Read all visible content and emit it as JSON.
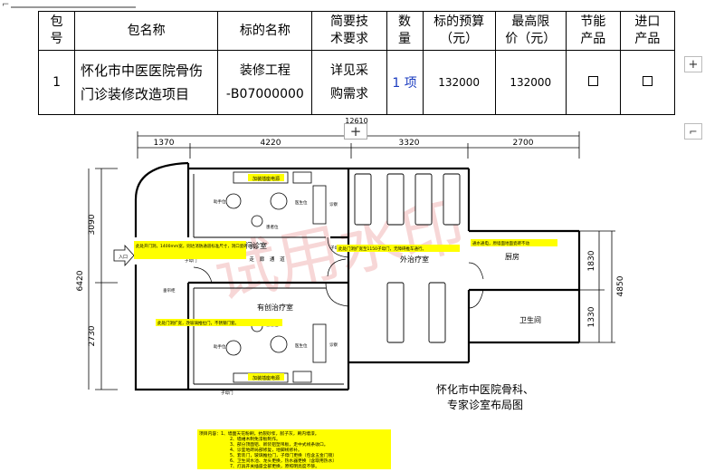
{
  "table": {
    "headers": [
      "包号",
      "包名称",
      "标的名称",
      "简要技术要求",
      "数量",
      "标的预算（元）",
      "最高限价（元）",
      "节能产品",
      "进口产品"
    ],
    "header_lines": [
      [
        "包",
        "号"
      ],
      [
        "包名称"
      ],
      [
        "标的名称"
      ],
      [
        "简要技",
        "术要求"
      ],
      [
        "数",
        "量"
      ],
      [
        "标的预算",
        "（元）"
      ],
      [
        "最高限",
        "价（元）"
      ],
      [
        "节能",
        "产品"
      ],
      [
        "进口",
        "产品"
      ]
    ],
    "row": {
      "package_no": "1",
      "package_name_lines": [
        "怀化市中医医院骨伤",
        "门诊装修改造项目"
      ],
      "item_name_lines": [
        "装修工程",
        "-B07000000"
      ],
      "tech_lines": [
        "详见采",
        "购需求"
      ],
      "quantity": "1 项",
      "budget": "132000",
      "max_price": "132000"
    }
  },
  "toolbar": {
    "add_label": "+",
    "side_add_label": "+",
    "expand_label": "⌐"
  },
  "plan": {
    "dims_top": [
      "1370",
      "4220",
      "3320",
      "2700"
    ],
    "dim_top_total": "12610",
    "dims_left": [
      "3090",
      "2730"
    ],
    "dim_left_total": "6420",
    "dims_right": [
      "1830",
      "1330"
    ],
    "dim_right_total": "4850",
    "rooms": {
      "clinic": "门诊室",
      "treatment": "外治疗室",
      "invasive": "有创治疗室",
      "kitchen": "厨房",
      "bathroom": "卫生间",
      "entrance": "入口"
    },
    "labels": {
      "socket_top": "加装插座电源",
      "socket_bottom": "加装插座电源",
      "hand_sink_top": "助手位",
      "hand_sink_bottom": "助手位",
      "doctor_top": "医生位",
      "doctor_bottom": "医生位",
      "patient_top": "患者位",
      "patient_bottom": "患者位",
      "exam_top": "诊察",
      "exam_bottom": "诊察",
      "door_label_1": "子母门",
      "door_label_2": "子母门",
      "door_label_3": "子母门",
      "hatch": "垂帘柜",
      "corridor": "走 廊 通 道",
      "note_left": "此处开门洞，1400mm宽，则达消防通道标准尺寸，洞口瓷砖收口。",
      "note_mid": "此处门洞扩宽至1150子母门，无障碍推车通行。",
      "note_right": "通水通电，原墙面地面瓷砖不动",
      "note_bottom": "此处门洞扩宽，改玻璃推拉门，不锈钢门套。"
    },
    "title_lines": [
      "怀化市中医院骨科、",
      "专家诊室布局图"
    ],
    "watermark": "试用水印",
    "project_notes": [
      "项目内容：1、墙面天花粉刷，抗裂砂浆，腻子灰，刷内墙漆。",
      "2、墙裙木制免漆板制作。",
      "3、部分顶面铝、新装铝塑吊板，走中式线条收口。",
      "4、诊室地砖局部修复，地脚线修补。",
      "5、套装门，玻璃推拉门，子母门更换（包含五金门锁）",
      "6、卫生间水池、龙头更换，热水器更换（含取用热水）",
      "7、灯具开关插座全部更换，原照明亮度不够。"
    ]
  }
}
